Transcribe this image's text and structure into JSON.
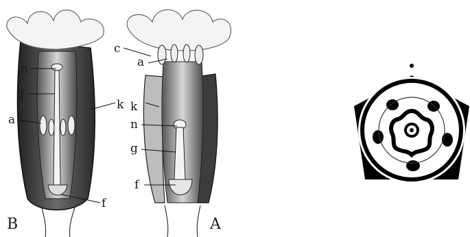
{
  "figure_b": {
    "panel_label": "B",
    "labels": {
      "n": "n",
      "g": "g",
      "a": "a",
      "k": "k",
      "f": "f"
    }
  },
  "figure_a": {
    "panel_label": "A",
    "labels": {
      "c": "c",
      "a": "a",
      "k": "k",
      "n": "n",
      "g": "g",
      "f": "f"
    }
  },
  "colors": {
    "ink": "#1a1a1a",
    "calyx_dark": "#3a3a3a",
    "corolla_light": "#f2f2f2"
  }
}
